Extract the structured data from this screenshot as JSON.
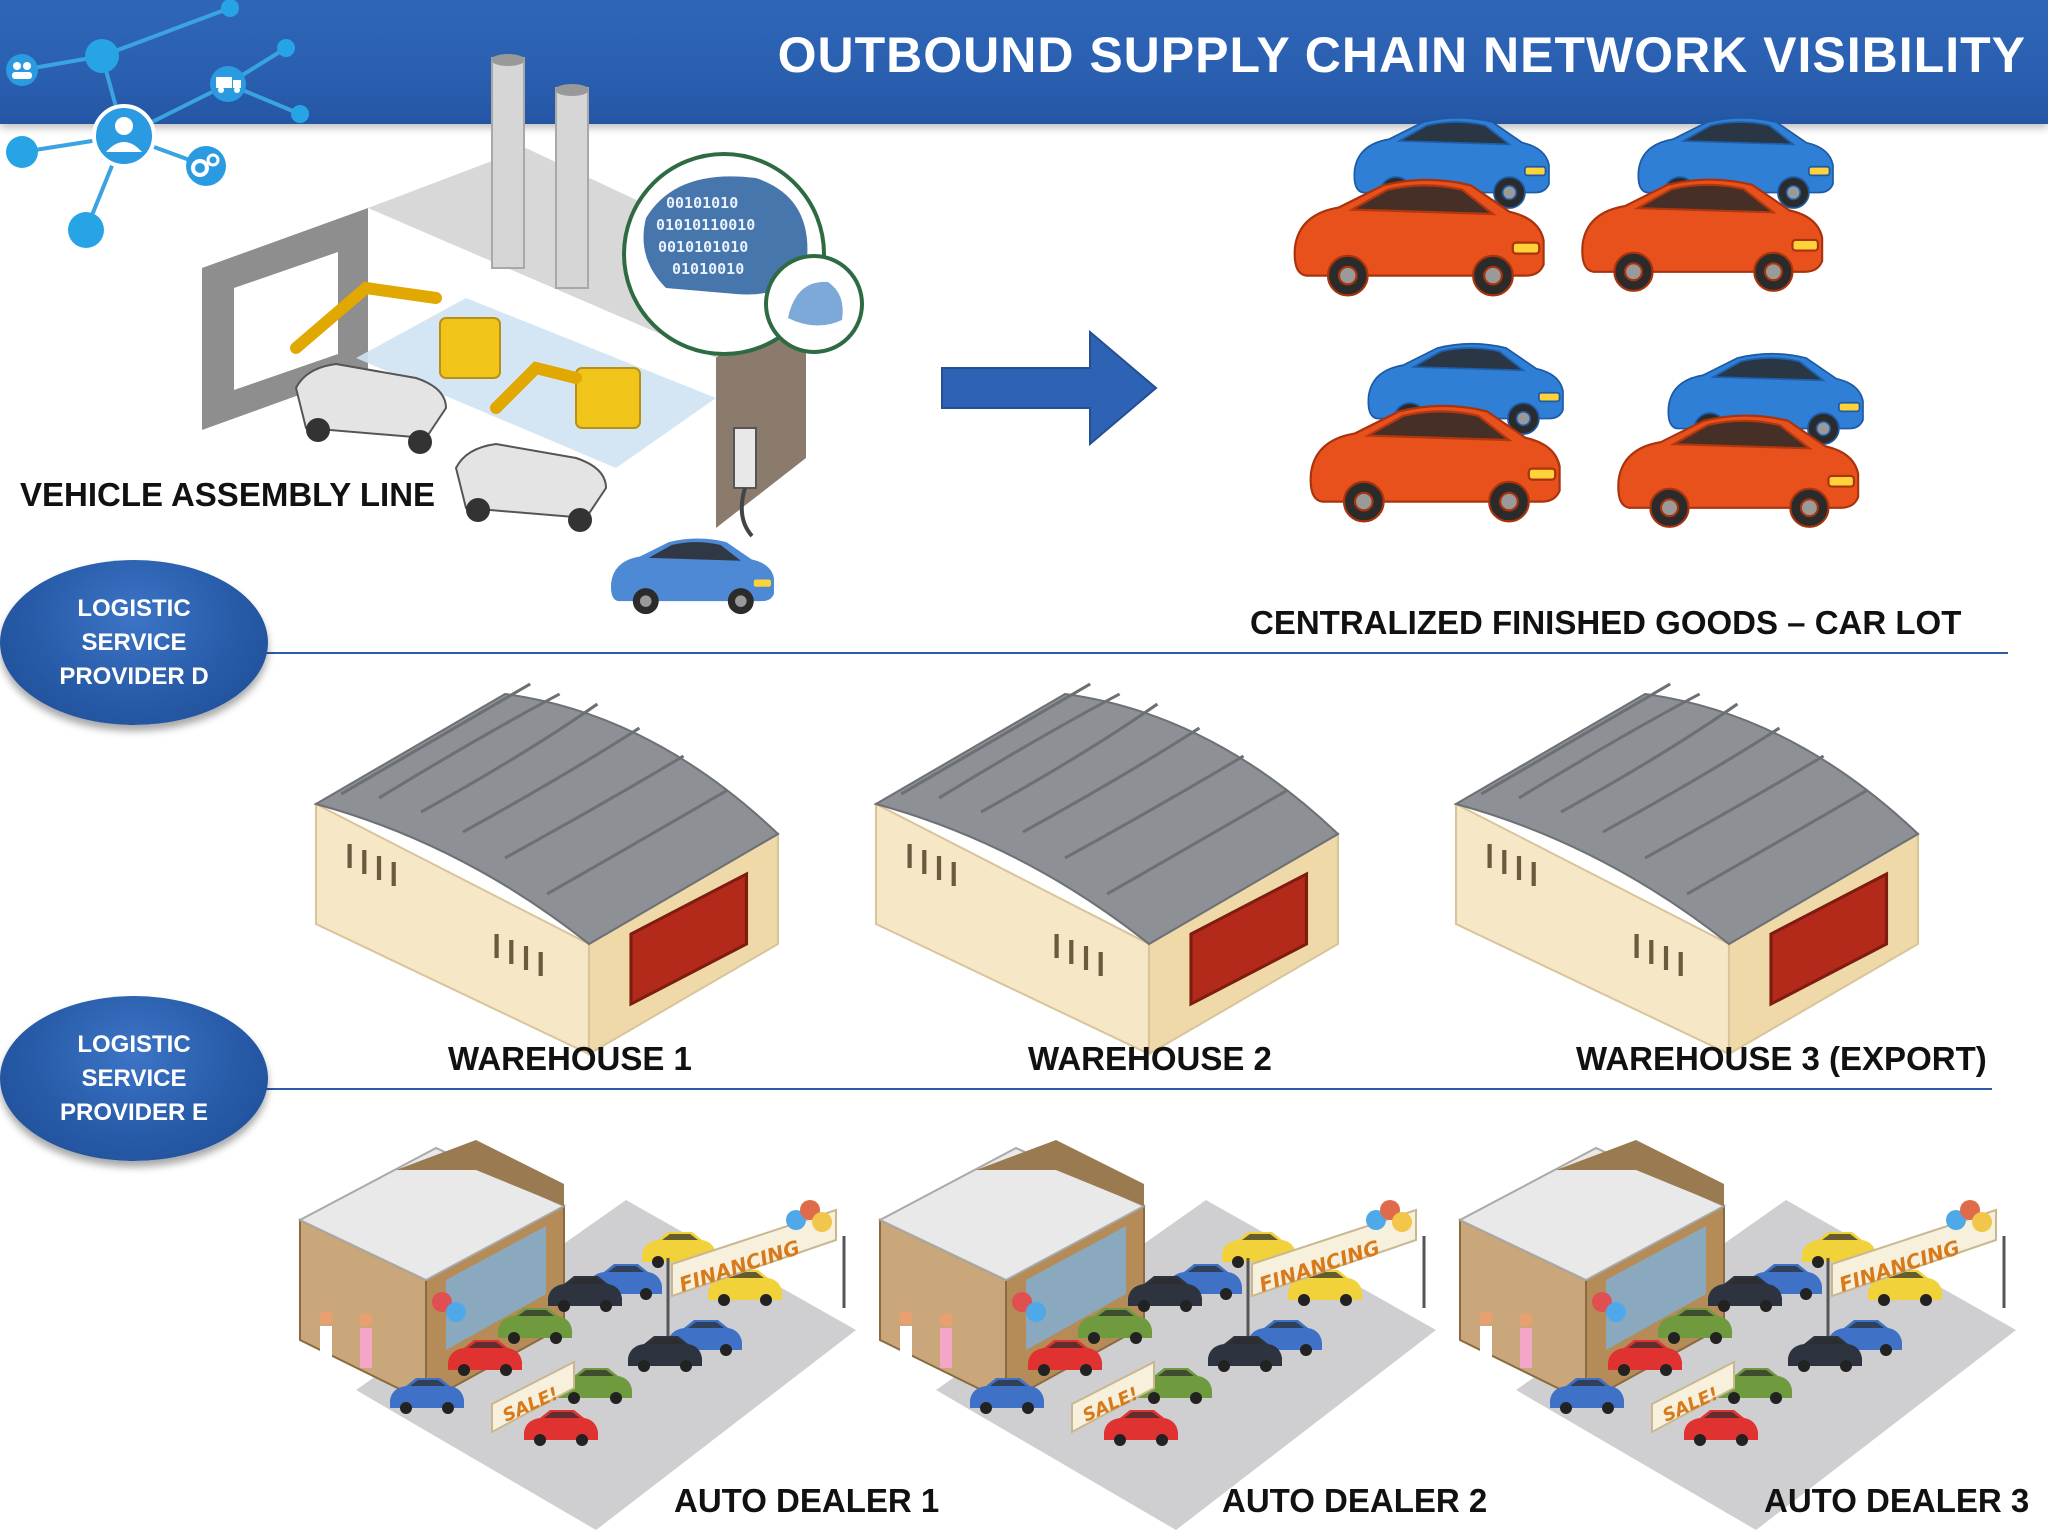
{
  "header": {
    "title": "OUTBOUND SUPPLY CHAIN NETWORK VISIBILITY"
  },
  "colors": {
    "banner": "#2f66b8",
    "accent_blue": "#2e5aa8",
    "car_orange": "#e8501c",
    "car_blue": "#2f7fd6",
    "warehouse_roof": "#8c8f94",
    "warehouse_wall": "#f5e6c4",
    "warehouse_door": "#b3291a"
  },
  "sections": {
    "assembly": {
      "label": "VEHICLE ASSEMBLY LINE",
      "binary_lines": [
        "00101010",
        "01010110010",
        "0010101010",
        "01010010"
      ]
    },
    "car_lot": {
      "label": "CENTRALIZED FINISHED GOODS – CAR LOT"
    },
    "providers": [
      {
        "lines": [
          "LOGISTIC",
          "SERVICE",
          "PROVIDER D"
        ]
      },
      {
        "lines": [
          "LOGISTIC",
          "SERVICE",
          "PROVIDER E"
        ]
      }
    ],
    "warehouses": [
      {
        "label": "WAREHOUSE 1"
      },
      {
        "label": "WAREHOUSE 2"
      },
      {
        "label": "WAREHOUSE 3 (EXPORT)"
      }
    ],
    "dealers": [
      {
        "label": "AUTO DEALER 1",
        "banner_text": "FINANCING",
        "sale_text": "SALE!"
      },
      {
        "label": "AUTO DEALER 2",
        "banner_text": "FINANCING",
        "sale_text": "SALE!"
      },
      {
        "label": "AUTO DEALER 3",
        "banner_text": "FINANCING",
        "sale_text": "SALE!"
      }
    ]
  },
  "icons": [
    "network-hub-icon",
    "user-icon",
    "truck-icon",
    "gears-icon",
    "people-icon",
    "flow-arrow-icon"
  ]
}
